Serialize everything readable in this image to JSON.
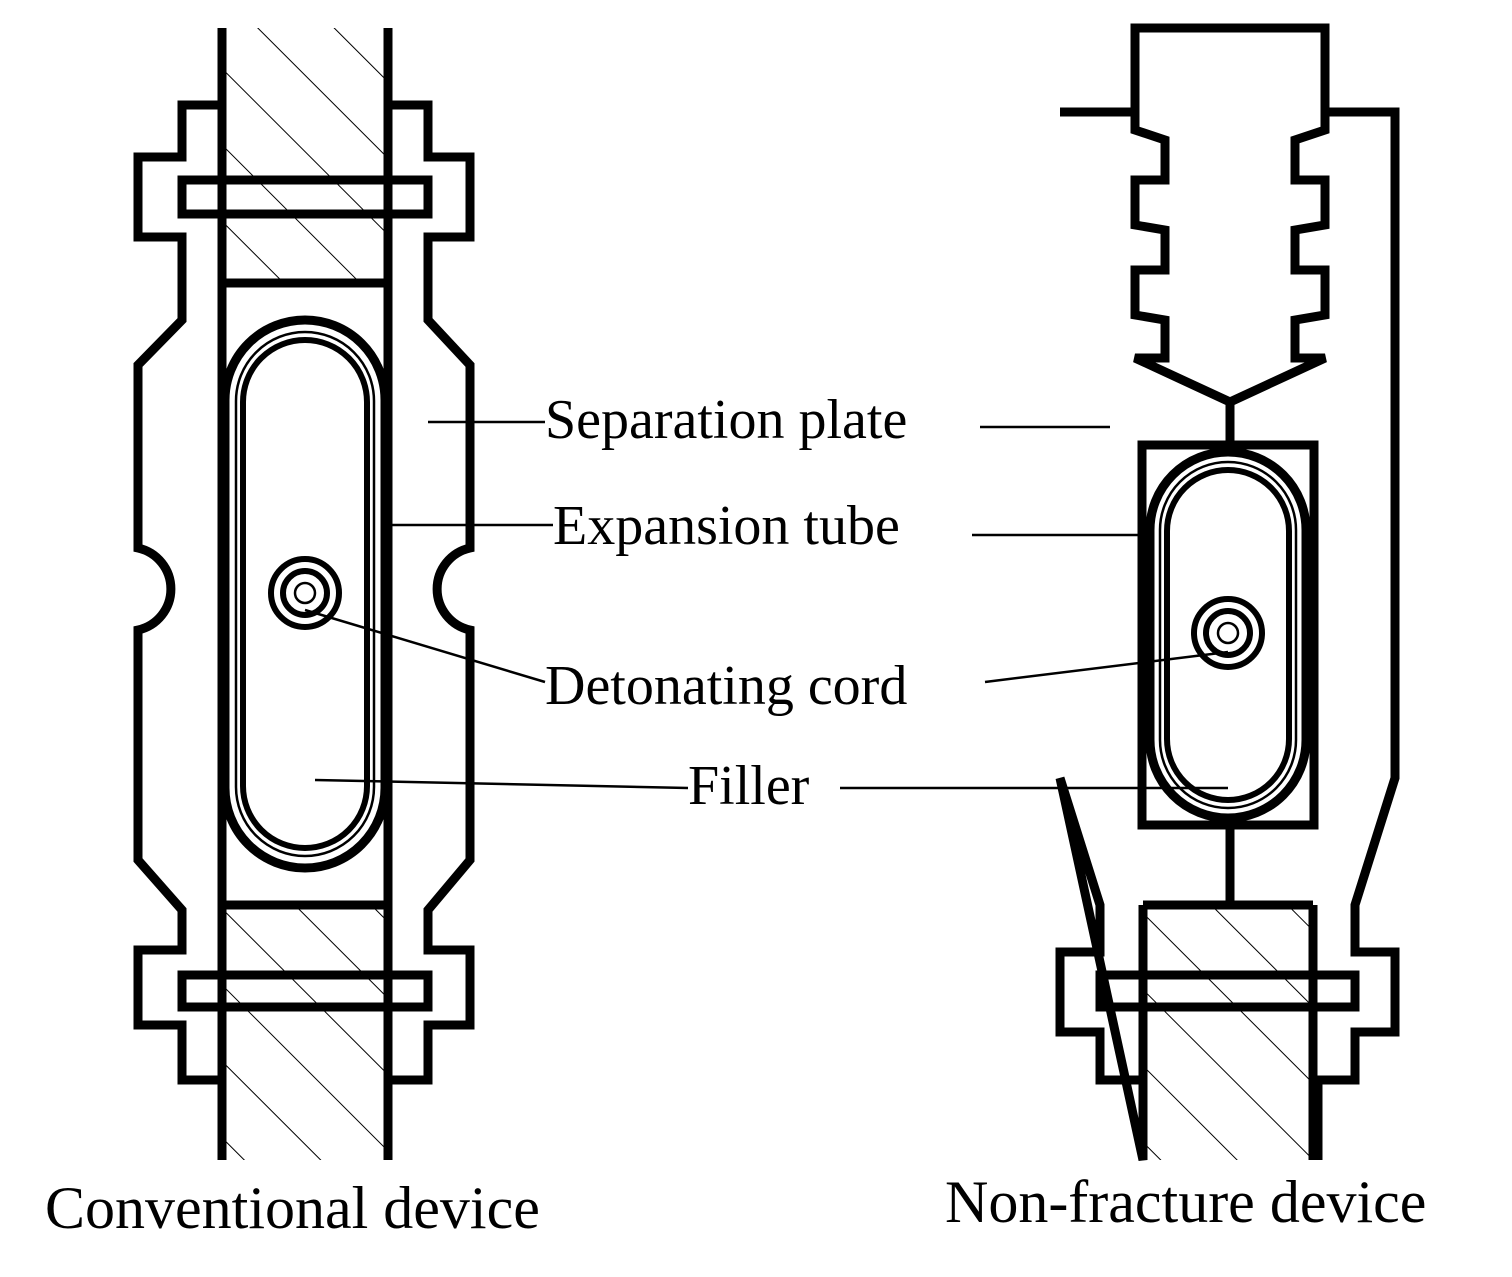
{
  "labels": {
    "separation_plate": "Separation plate",
    "expansion_tube": "Expansion tube",
    "detonating_cord": "Detonating cord",
    "filler": "Filler"
  },
  "captions": {
    "left": "Conventional device",
    "right": "Non-fracture device"
  }
}
